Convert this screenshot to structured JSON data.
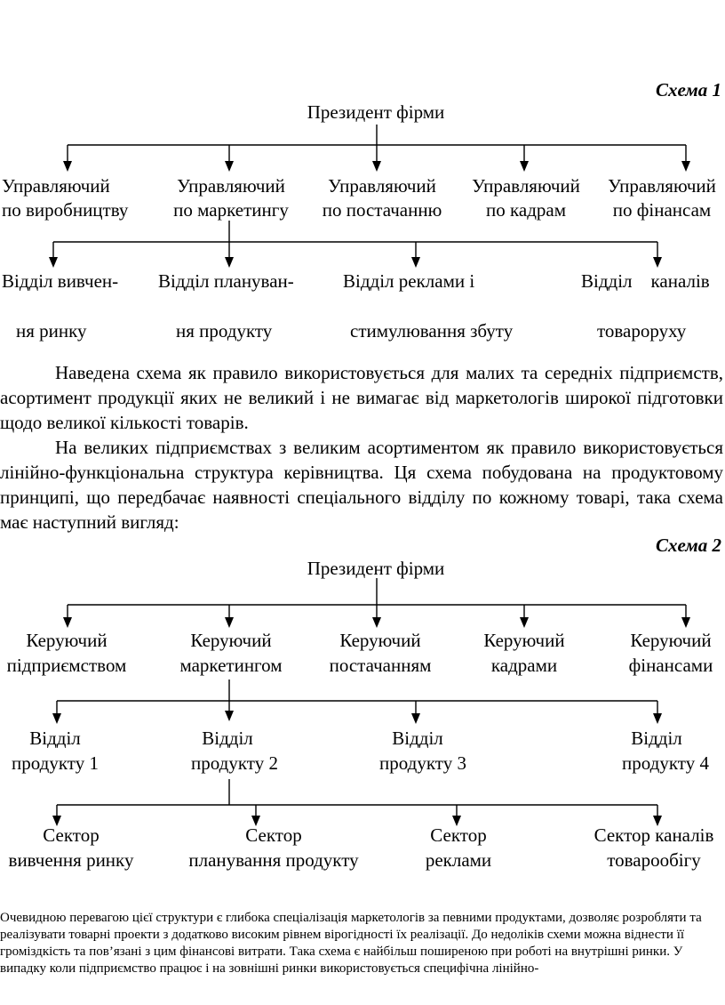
{
  "scheme1": {
    "label": "Схема  1",
    "top": "Президент фірми",
    "managers": [
      {
        "line1": "Управляючий",
        "line2": "по виробництву"
      },
      {
        "line1": "Управляючий",
        "line2": "по маркетингу"
      },
      {
        "line1": "Управляючий",
        "line2": "по постачанню"
      },
      {
        "line1": "Управляючий",
        "line2": "по кадрам"
      },
      {
        "line1": "Управляючий",
        "line2": "по фінансам"
      }
    ],
    "departments": [
      {
        "line1": "Відділ вивчен-",
        "line2": "ня ринку"
      },
      {
        "line1": "Відділ плануван-",
        "line2": "ня продукту"
      },
      {
        "line1": "Відділ реклами і",
        "line2": "стимулювання збуту"
      },
      {
        "line1": "Відділ    каналів",
        "line2": "товароруху"
      }
    ]
  },
  "paragraphs": {
    "p1": "Наведена схема як правило використовується для малих та середніх підприємств, асортимент продукції яких не великий і не вимагає від маркетологів широкої підготовки щодо великої кількості товарів.",
    "p2": "На великих підприємствах з великим асортиментом як правило використовується лінійно-функціональна структура керівництва. Ця схема побудована на продуктовому принципі, що передбачає наявності спеціального відділу по кожному товарі, така схема має наступний вигляд:"
  },
  "scheme2": {
    "label": "Схема 2",
    "top": "Президент фірми",
    "managers": [
      {
        "line1": "Керуючий",
        "line2": "підприємством"
      },
      {
        "line1": "Керуючий",
        "line2": "маркетингом"
      },
      {
        "line1": "Керуючий",
        "line2": "постачанням"
      },
      {
        "line1": "Керуючий",
        "line2": "кадрами"
      },
      {
        "line1": "Керуючий",
        "line2": "фінансами"
      }
    ],
    "departments": [
      {
        "line1": "Відділ",
        "line2": "продукту 1"
      },
      {
        "line1": "Відділ",
        "line2": "продукту 2"
      },
      {
        "line1": "Відділ",
        "line2": "продукту 3"
      },
      {
        "line1": "Відділ",
        "line2": "продукту 4"
      }
    ],
    "sectors": [
      {
        "line1": "Сектор",
        "line2": "вивчення ринку"
      },
      {
        "line1": "Сектор",
        "line2": "планування продукту"
      },
      {
        "line1": "Сектор",
        "line2": "реклами"
      },
      {
        "line1": "Сектор каналів",
        "line2": "товарообігу"
      }
    ]
  },
  "footer_text": "Очевидною перевагою цієї структури є глибока спеціалізація маркетологів за певними продуктами, дозволяє розробляти та реалізувати товарні проекти з додатково високим рівнем вірогідності їх реалізації. До недоліків схеми можна віднести її громіздкість та пов’язані з цим фінансові витрати. Така схема є найбільш поширеною при роботі на внутрішні ринки. У випадку коли підприємство працює і на зовнішні ринки використовується специфічна лінійно-"
}
